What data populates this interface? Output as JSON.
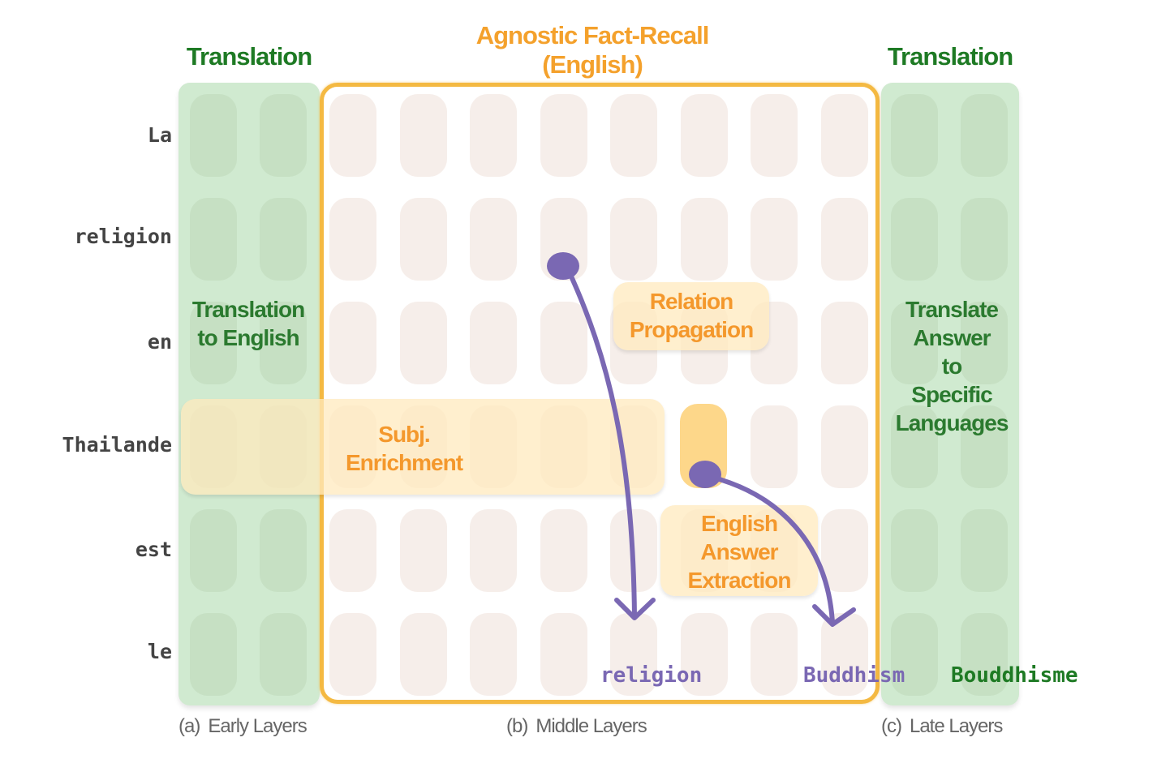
{
  "headers": {
    "early": "Translation",
    "middle_line1": "Agnostic Fact-Recall",
    "middle_line2": "(English)",
    "late": "Translation"
  },
  "tokens": [
    "La",
    "religion",
    "en",
    "Thailande",
    "est",
    "le"
  ],
  "grid": {
    "early_columns": 2,
    "middle_columns": 8,
    "late_columns": 2,
    "rows": 6
  },
  "stage_labels": {
    "early": [
      "Translation",
      "to English"
    ],
    "late": [
      "Translate",
      "Answer",
      "to",
      "Specific",
      "Languages"
    ]
  },
  "mechanisms": {
    "subject_enrichment": [
      "Subj.",
      "Enrichment"
    ],
    "relation_propagation": [
      "Relation",
      "Propagation"
    ],
    "answer_extraction": [
      "English",
      "Answer",
      "Extraction"
    ]
  },
  "outputs": {
    "relation_word": "religion",
    "english_answer": "Buddhism",
    "final_answer": "Bouddhisme"
  },
  "captions": {
    "early": {
      "tag": "(a)",
      "text": "Early Layers"
    },
    "middle": {
      "tag": "(b)",
      "text": "Middle Layers"
    },
    "late": {
      "tag": "(c)",
      "text": "Late Layers"
    }
  },
  "colors": {
    "translation_green": "#1e7a24",
    "panel_green": "#d0ead0",
    "fact_recall_orange": "#f4a12c",
    "arrow_purple": "#7a68b3",
    "highlight_cell": "#fdd78a"
  }
}
